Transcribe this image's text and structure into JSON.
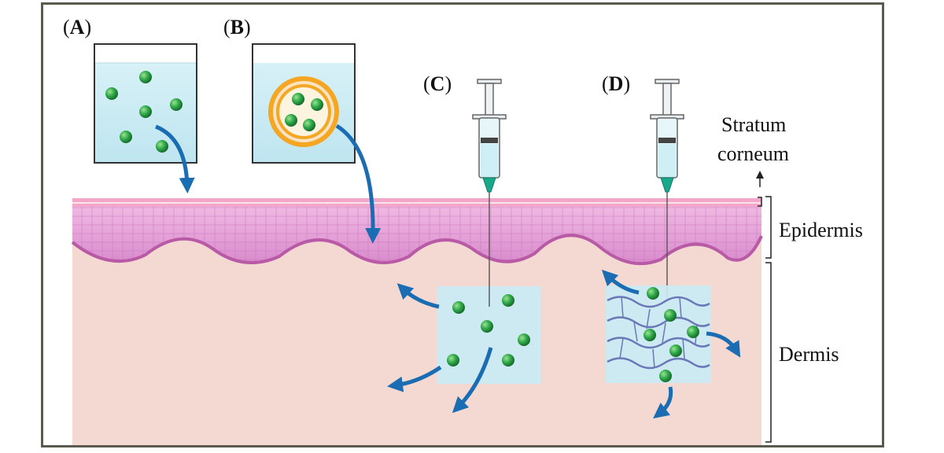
{
  "panels": {
    "a": {
      "open": "(",
      "letter": "A",
      "close": ")"
    },
    "b": {
      "open": "(",
      "letter": "B",
      "close": ")"
    },
    "c": {
      "open": "(",
      "letter": "C",
      "close": ")"
    },
    "d": {
      "open": "(",
      "letter": "D",
      "close": ")"
    }
  },
  "layers": {
    "stratum_corneum_line1": "Stratum",
    "stratum_corneum_line2": "corneum",
    "epidermis": "Epidermis",
    "dermis": "Dermis"
  },
  "colors": {
    "frame": "#5b5a4e",
    "dermis": "#f4d8d2",
    "epidermis": "#e7a8dc",
    "stratum_corneum": "#f2a6c8",
    "solution": "#c9eaf3",
    "particle": "#2fa84a",
    "arrow": "#1a6db3",
    "liposome_shell": "#f5a623",
    "hydrogel_fiber": "#6a78b8",
    "needle_tip": "#1aa88a"
  },
  "icons": [
    "syringe-icon",
    "flow-arrow-icon",
    "nanoparticle-icon",
    "liposome-icon",
    "hydrogel-network-icon"
  ]
}
